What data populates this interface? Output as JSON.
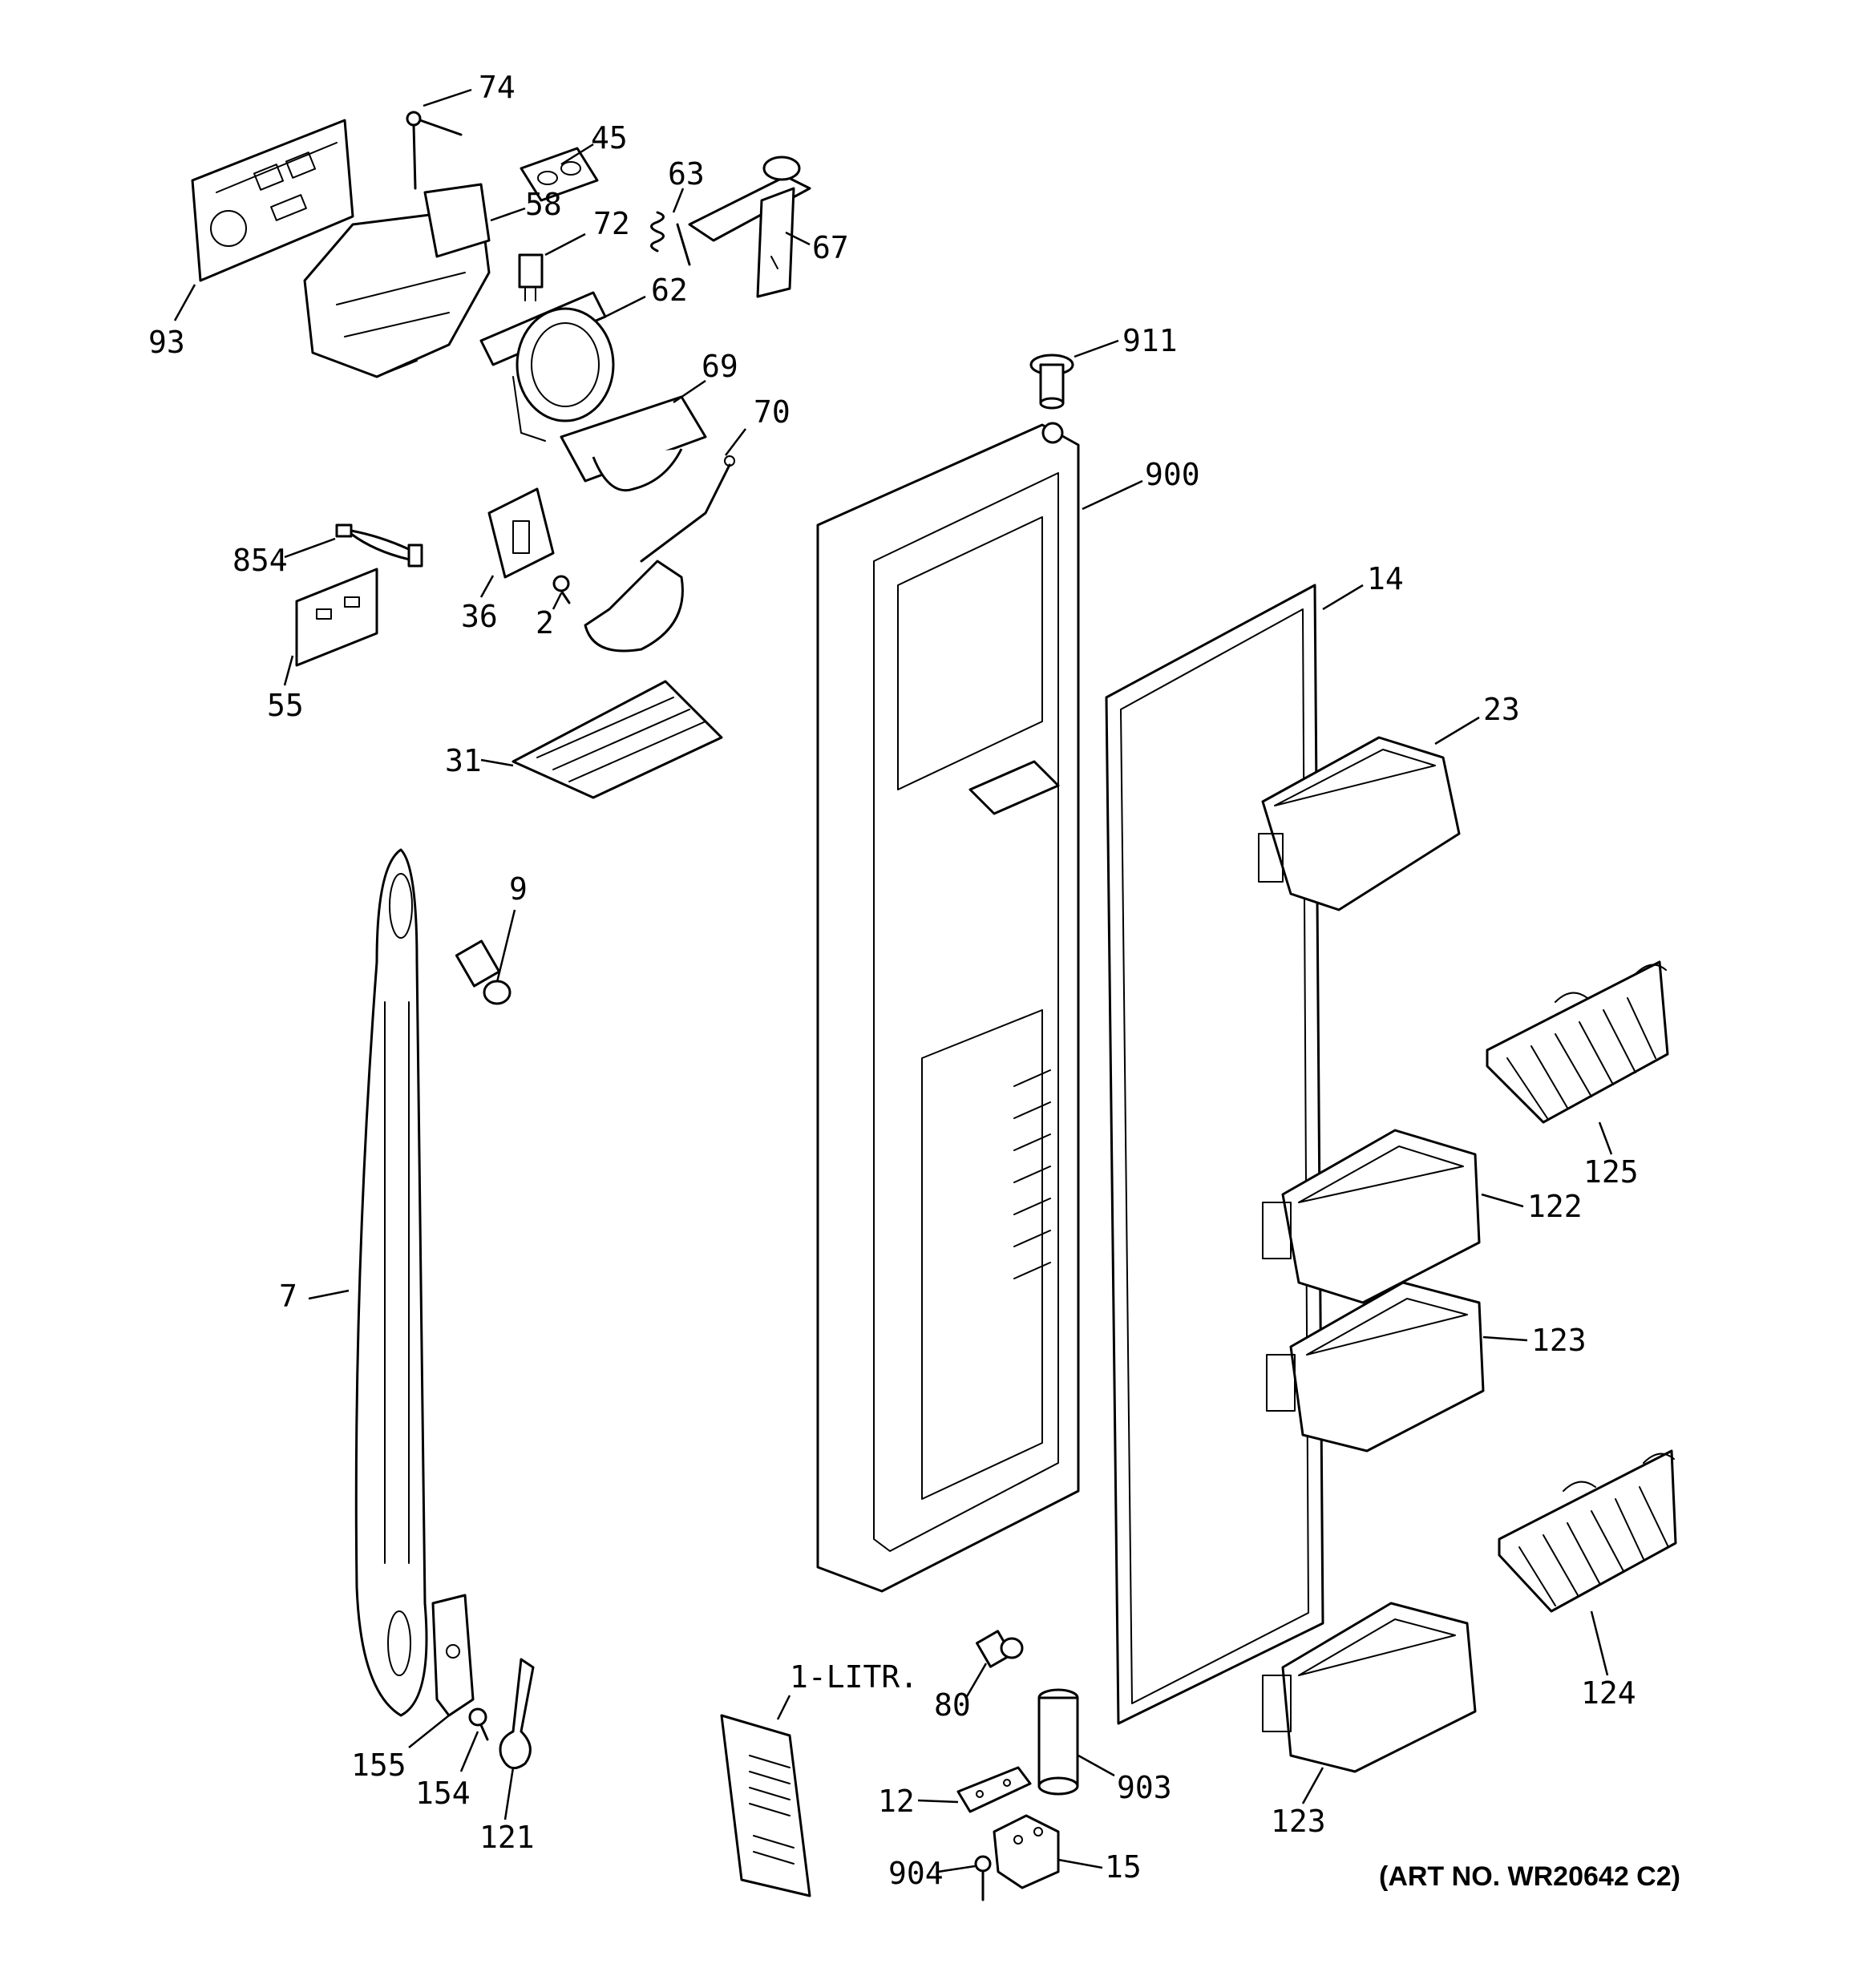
{
  "diagram": {
    "art_number": "(ART NO. WR20642 C2)",
    "callouts": [
      {
        "id": "74",
        "label": "74"
      },
      {
        "id": "45",
        "label": "45"
      },
      {
        "id": "63",
        "label": "63"
      },
      {
        "id": "58",
        "label": "58"
      },
      {
        "id": "72",
        "label": "72"
      },
      {
        "id": "67",
        "label": "67"
      },
      {
        "id": "93",
        "label": "93"
      },
      {
        "id": "62",
        "label": "62"
      },
      {
        "id": "911",
        "label": "911"
      },
      {
        "id": "69",
        "label": "69"
      },
      {
        "id": "70",
        "label": "70"
      },
      {
        "id": "900",
        "label": "900"
      },
      {
        "id": "854",
        "label": "854"
      },
      {
        "id": "36",
        "label": "36"
      },
      {
        "id": "2",
        "label": "2"
      },
      {
        "id": "14",
        "label": "14"
      },
      {
        "id": "55",
        "label": "55"
      },
      {
        "id": "23",
        "label": "23"
      },
      {
        "id": "31",
        "label": "31"
      },
      {
        "id": "9",
        "label": "9"
      },
      {
        "id": "125",
        "label": "125"
      },
      {
        "id": "122",
        "label": "122"
      },
      {
        "id": "7",
        "label": "7"
      },
      {
        "id": "123a",
        "label": "123"
      },
      {
        "id": "124",
        "label": "124"
      },
      {
        "id": "1-litr",
        "label": "1-LITR."
      },
      {
        "id": "80",
        "label": "80"
      },
      {
        "id": "155",
        "label": "155"
      },
      {
        "id": "154",
        "label": "154"
      },
      {
        "id": "121",
        "label": "121"
      },
      {
        "id": "12",
        "label": "12"
      },
      {
        "id": "903",
        "label": "903"
      },
      {
        "id": "123b",
        "label": "123"
      },
      {
        "id": "904",
        "label": "904"
      },
      {
        "id": "15",
        "label": "15"
      }
    ]
  }
}
